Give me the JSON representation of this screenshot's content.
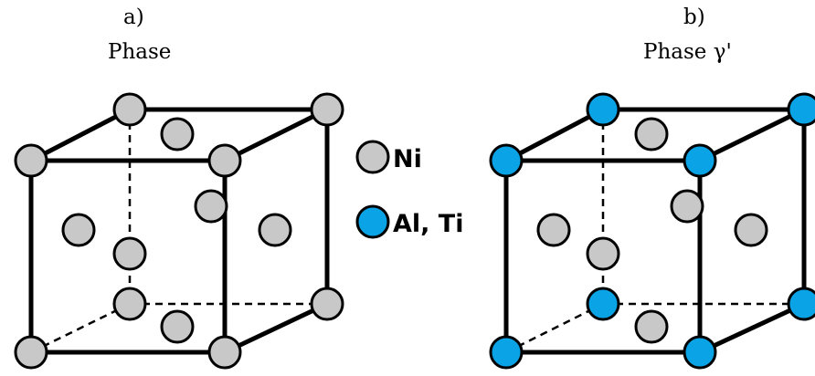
{
  "panels": [
    {
      "letter": "a)",
      "title": "Phase"
    },
    {
      "letter": "b)",
      "title": "Phase γ'"
    }
  ],
  "legend": [
    {
      "label": "Ni",
      "color": "#c8c8c8"
    },
    {
      "label": "Al, Ti",
      "color": "#0aa3e6"
    }
  ],
  "colors": {
    "ni": "#c8c8c8",
    "al_ti": "#0aa3e6",
    "stroke": "#000000"
  }
}
